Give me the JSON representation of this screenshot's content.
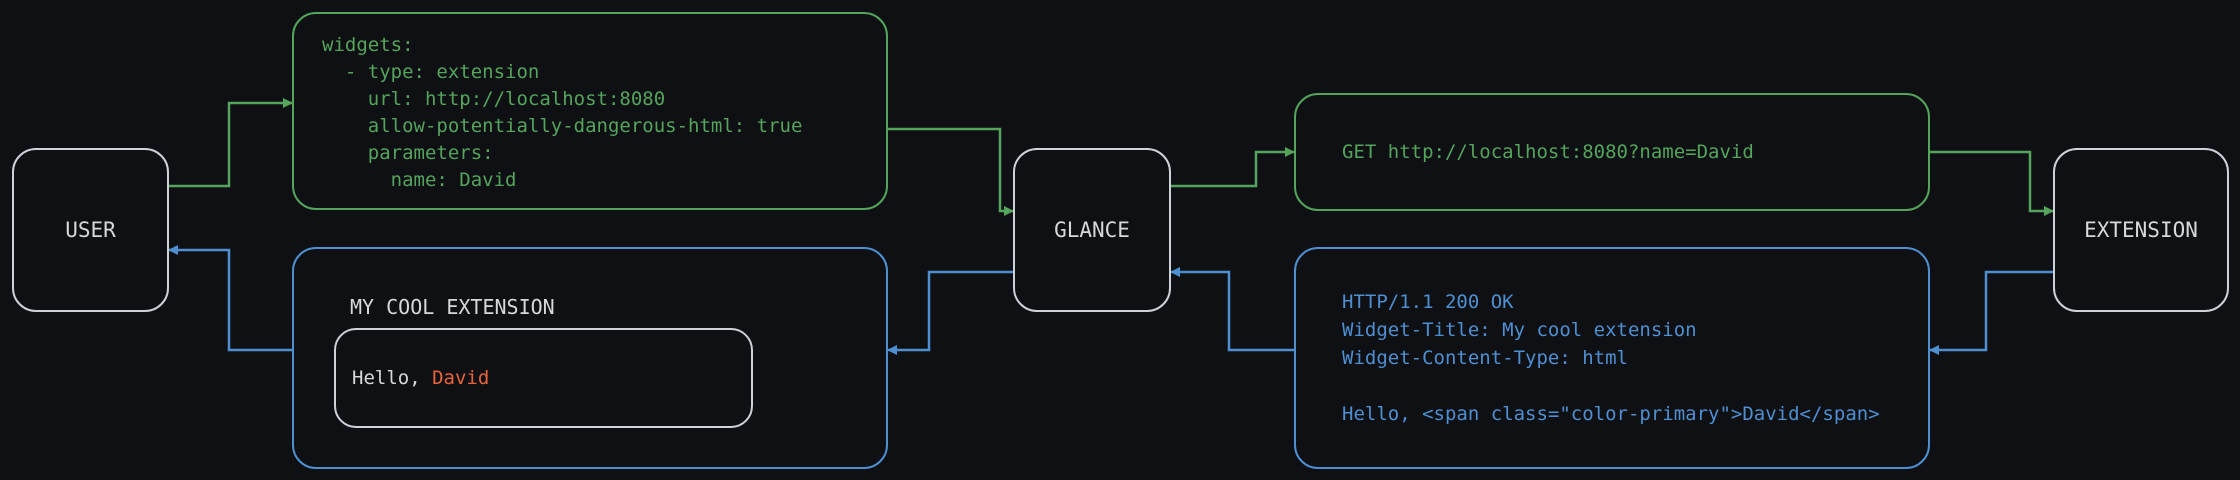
{
  "theme": {
    "background": "#0e1013",
    "green": "#54a45c",
    "blue": "#4e8fd2",
    "orange": "#e8633a",
    "text": "#d6d8da",
    "node_border": "#ced2d6"
  },
  "nodes": {
    "user": {
      "label": "USER"
    },
    "glance": {
      "label": "GLANCE"
    },
    "extension": {
      "label": "EXTENSION"
    }
  },
  "config_box": {
    "lines": [
      "widgets:",
      "  - type: extension",
      "    url: http://localhost:8080",
      "    allow-potentially-dangerous-html: true",
      "    parameters:",
      "      name: David"
    ]
  },
  "request_box": {
    "text": "GET http://localhost:8080?name=David"
  },
  "response_box": {
    "lines": [
      "HTTP/1.1 200 OK",
      "Widget-Title: My cool extension",
      "Widget-Content-Type: html",
      " ",
      "Hello, <span class=\"color-primary\">David</span>"
    ]
  },
  "widget_box": {
    "title": "MY COOL EXTENSION",
    "greeting_prefix": "Hello, ",
    "greeting_name": "David"
  }
}
